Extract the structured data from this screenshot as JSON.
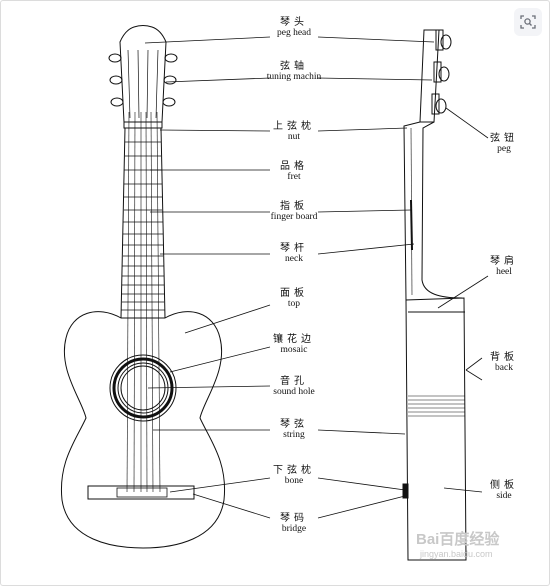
{
  "labels": [
    {
      "key": "peg_head",
      "zh": "琴头",
      "en": "peg head"
    },
    {
      "key": "tuning_machine",
      "zh": "弦轴",
      "en": "tuning machin"
    },
    {
      "key": "nut",
      "zh": "上弦枕",
      "en": "nut"
    },
    {
      "key": "fret",
      "zh": "品格",
      "en": "fret"
    },
    {
      "key": "finger_board",
      "zh": "指板",
      "en": "finger board"
    },
    {
      "key": "neck",
      "zh": "琴杆",
      "en": "neck"
    },
    {
      "key": "top",
      "zh": "面板",
      "en": "top"
    },
    {
      "key": "mosaic",
      "zh": "镶花边",
      "en": "mosaic"
    },
    {
      "key": "sound_hole",
      "zh": "音孔",
      "en": "sound hole"
    },
    {
      "key": "string",
      "zh": "琴弦",
      "en": "string"
    },
    {
      "key": "bone",
      "zh": "下弦枕",
      "en": "bone"
    },
    {
      "key": "bridge",
      "zh": "琴码",
      "en": "bridge"
    },
    {
      "key": "peg",
      "zh": "弦钮",
      "en": "peg"
    },
    {
      "key": "heel",
      "zh": "琴肩",
      "en": "heel"
    },
    {
      "key": "back",
      "zh": "背板",
      "en": "back"
    },
    {
      "key": "side",
      "zh": "侧板",
      "en": "side"
    }
  ],
  "watermark": {
    "main": "Bai百度经验",
    "sub": "jingyan.baidu.com"
  },
  "icons": {
    "corner": "image-search-icon"
  },
  "colors": {
    "line": "#111111",
    "watermark": "#c8c8c8",
    "button_bg": "#f3f4f7"
  }
}
